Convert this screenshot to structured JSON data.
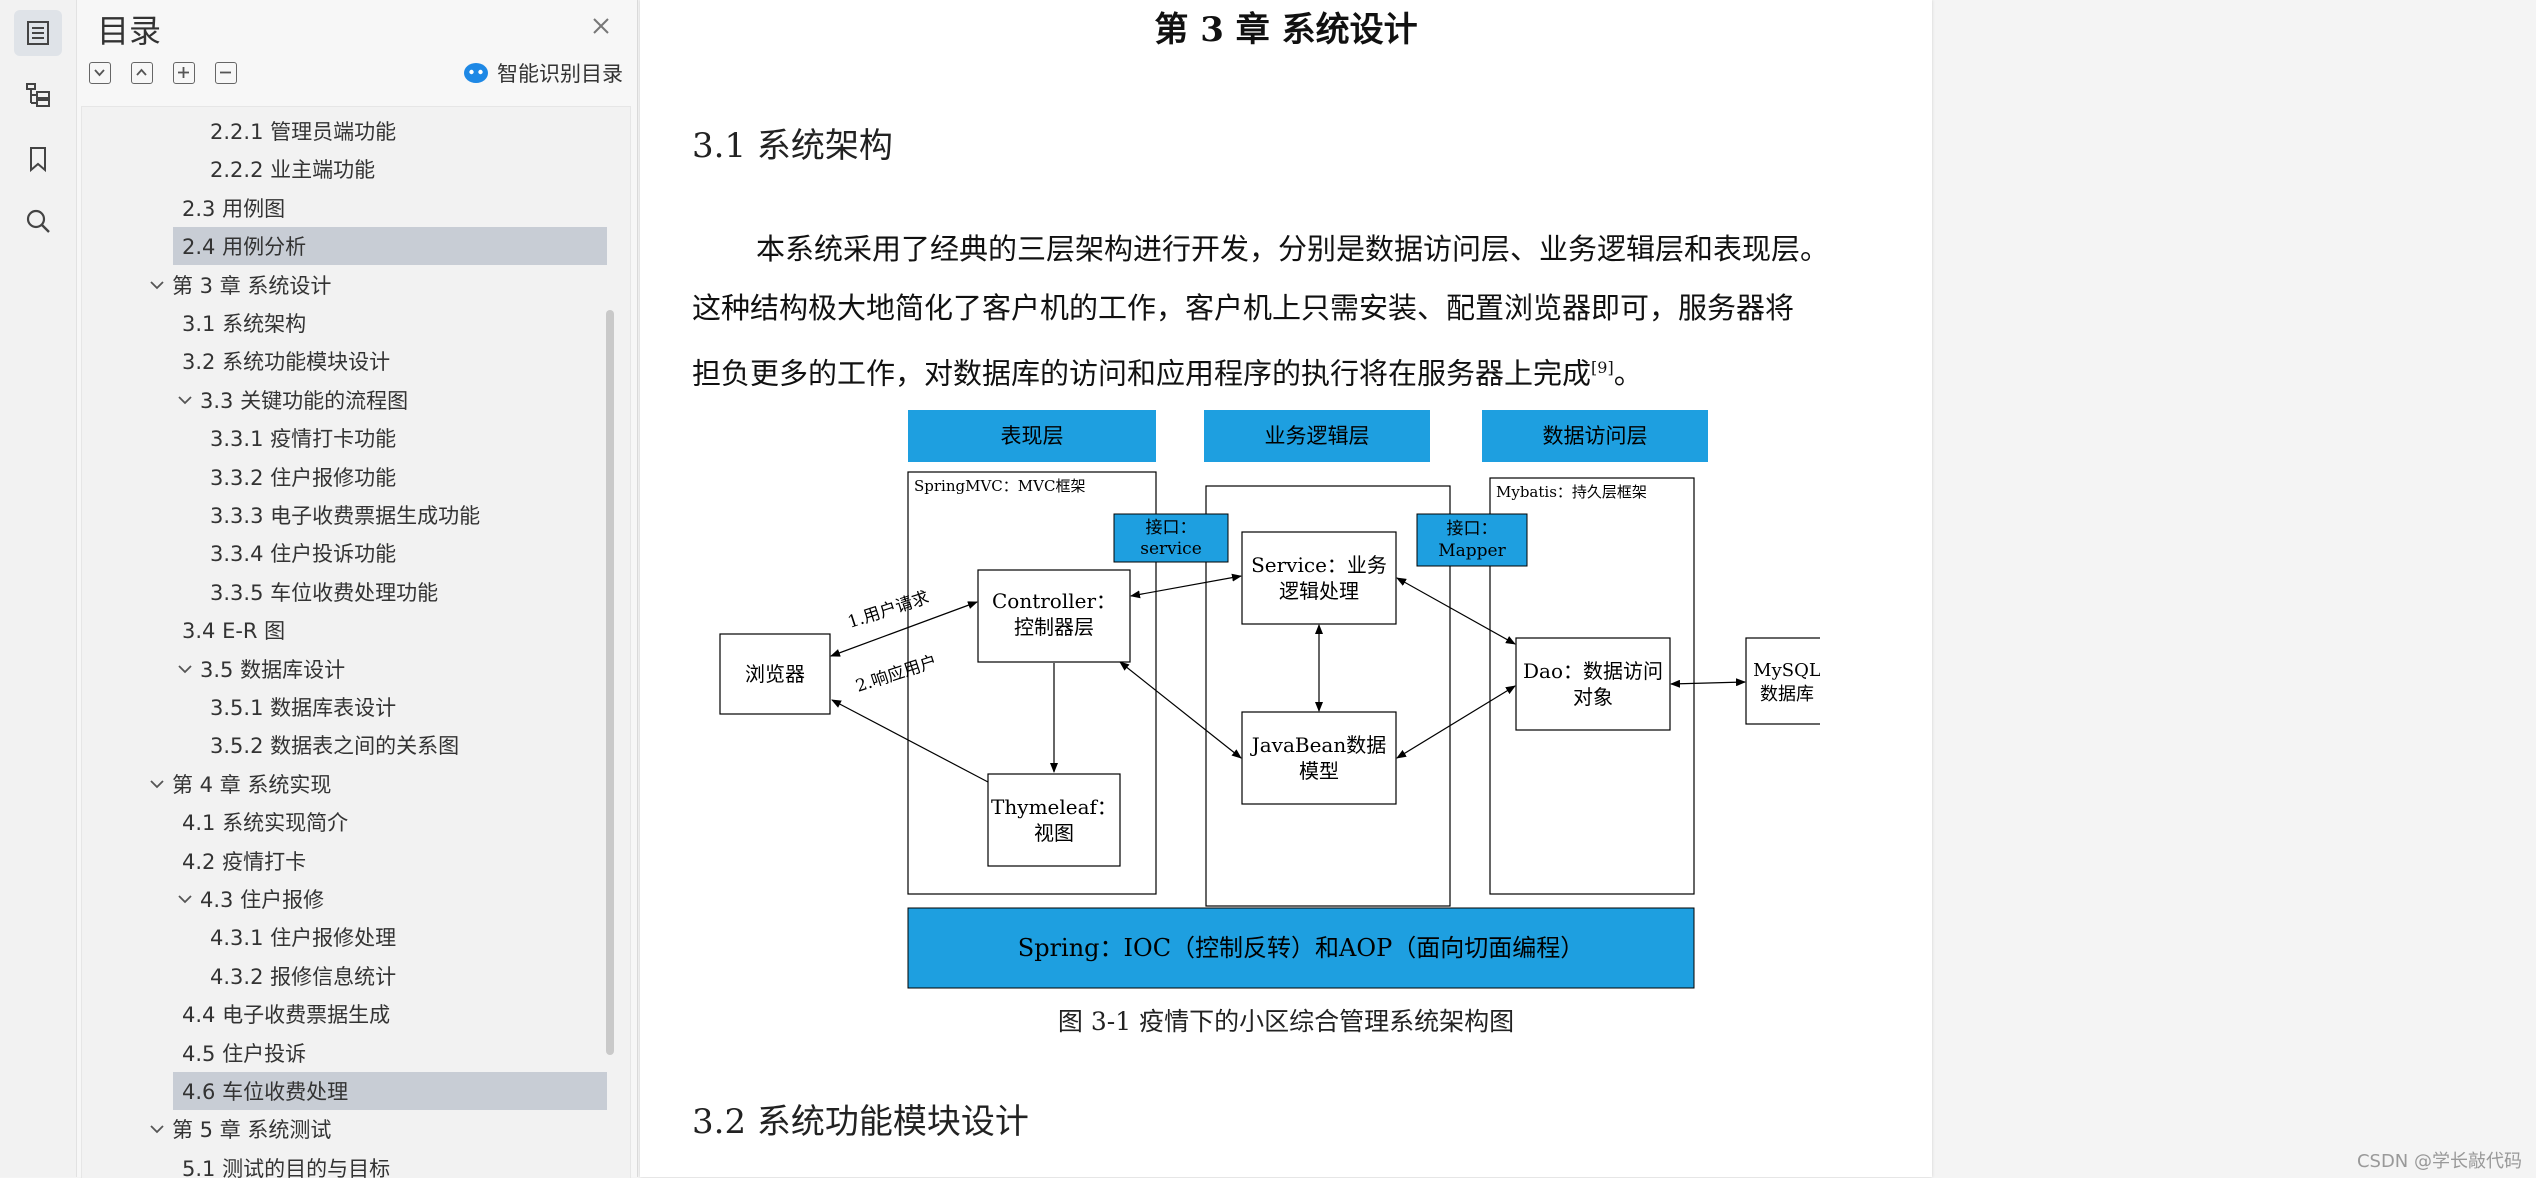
{
  "sidebar": {
    "title": "目录",
    "ai_button_label": "智能识别目录",
    "items": [
      {
        "label": "2.2.1 管理员端功能",
        "level": 3,
        "selected": false,
        "expandable": false
      },
      {
        "label": "2.2.2 业主端功能",
        "level": 3,
        "selected": false,
        "expandable": false
      },
      {
        "label": "2.3  用例图",
        "level": 2,
        "selected": false,
        "expandable": false
      },
      {
        "label": "2.4  用例分析",
        "level": 2,
        "selected": true,
        "expandable": false
      },
      {
        "label": "第 3 章  系统设计",
        "level": 1,
        "selected": false,
        "expandable": true
      },
      {
        "label": "3.1  系统架构",
        "level": 2,
        "selected": false,
        "expandable": false
      },
      {
        "label": "3.2  系统功能模块设计",
        "level": 2,
        "selected": false,
        "expandable": false
      },
      {
        "label": "3.3  关键功能的流程图",
        "level": 2,
        "selected": false,
        "expandable": true
      },
      {
        "label": "3.3.1  疫情打卡功能",
        "level": 3,
        "selected": false,
        "expandable": false
      },
      {
        "label": "3.3.2  住户报修功能",
        "level": 3,
        "selected": false,
        "expandable": false
      },
      {
        "label": "3.3.3  电子收费票据生成功能",
        "level": 3,
        "selected": false,
        "expandable": false
      },
      {
        "label": "3.3.4  住户投诉功能",
        "level": 3,
        "selected": false,
        "expandable": false
      },
      {
        "label": "3.3.5  车位收费处理功能",
        "level": 3,
        "selected": false,
        "expandable": false
      },
      {
        "label": "3.4 E-R 图",
        "level": 2,
        "selected": false,
        "expandable": false
      },
      {
        "label": "3.5  数据库设计",
        "level": 2,
        "selected": false,
        "expandable": true
      },
      {
        "label": "3.5.1  数据库表设计",
        "level": 3,
        "selected": false,
        "expandable": false
      },
      {
        "label": "3.5.2  数据表之间的关系图",
        "level": 3,
        "selected": false,
        "expandable": false
      },
      {
        "label": "第 4 章  系统实现",
        "level": 1,
        "selected": false,
        "expandable": true
      },
      {
        "label": "4.1  系统实现简介",
        "level": 2,
        "selected": false,
        "expandable": false
      },
      {
        "label": "4.2  疫情打卡",
        "level": 2,
        "selected": false,
        "expandable": false
      },
      {
        "label": "4.3  住户报修",
        "level": 2,
        "selected": false,
        "expandable": true
      },
      {
        "label": "4.3.1  住户报修处理",
        "level": 3,
        "selected": false,
        "expandable": false
      },
      {
        "label": "4.3.2  报修信息统计",
        "level": 3,
        "selected": false,
        "expandable": false
      },
      {
        "label": "4.4  电子收费票据生成",
        "level": 2,
        "selected": false,
        "expandable": false
      },
      {
        "label": "4.5  住户投诉",
        "level": 2,
        "selected": false,
        "expandable": false
      },
      {
        "label": "4.6  车位收费处理",
        "level": 2,
        "selected": true,
        "expandable": false
      },
      {
        "label": "第 5 章  系统测试",
        "level": 1,
        "selected": false,
        "expandable": true
      },
      {
        "label": "5.1  测试的目的与目标",
        "level": 2,
        "selected": false,
        "expandable": false
      }
    ]
  },
  "document": {
    "chapter_title": "第 3 章  系统设计",
    "section_1_heading": "3.1  系统架构",
    "paragraph_line1": "本系统采用了经典的三层架构进行开发，分别是数据访问层、业务逻辑层和表现层。",
    "paragraph_line2": "这种结构极大地简化了客户机的工作，客户机上只需安装、配置浏览器即可，服务器将",
    "paragraph_line3": "担负更多的工作，对数据库的访问和应用程序的执行将在服务器上完成",
    "citation": "[9]",
    "paragraph_end": "。",
    "figure_caption": "图 3-1  疫情下的小区综合管理系统架构图",
    "section_2_heading": "3.2  系统功能模块设计"
  },
  "diagram": {
    "layer_presentation": "表现层",
    "layer_business": "业务逻辑层",
    "layer_data": "数据访问层",
    "springmvc_label": "SpringMVC：MVC框架",
    "mybatis_label": "Mybatis：持久层框架",
    "iface_service_1": "接口：",
    "iface_service_2": "service",
    "iface_mapper_1": "接口：",
    "iface_mapper_2": "Mapper",
    "controller_1": "Controller：",
    "controller_2": "控制器层",
    "service_1": "Service：业务",
    "service_2": "逻辑处理",
    "javabean_1": "JavaBean数据",
    "javabean_2": "模型",
    "thymeleaf_1": "Thymeleaf：",
    "thymeleaf_2": "视图",
    "browser": "浏览器",
    "dao_1": "Dao：数据访问",
    "dao_2": "对象",
    "mysql_1": "MySQL",
    "mysql_2": "数据库",
    "request_label": "1.用户请求",
    "response_label": "2.响应用户",
    "spring_bar": "Spring：IOC（控制反转）和AOP（面向切面编程）"
  },
  "watermark": "CSDN @学长敲代码",
  "colors": {
    "accent_blue": "#1e9fe0",
    "selected_row": "#c8cdd5"
  }
}
